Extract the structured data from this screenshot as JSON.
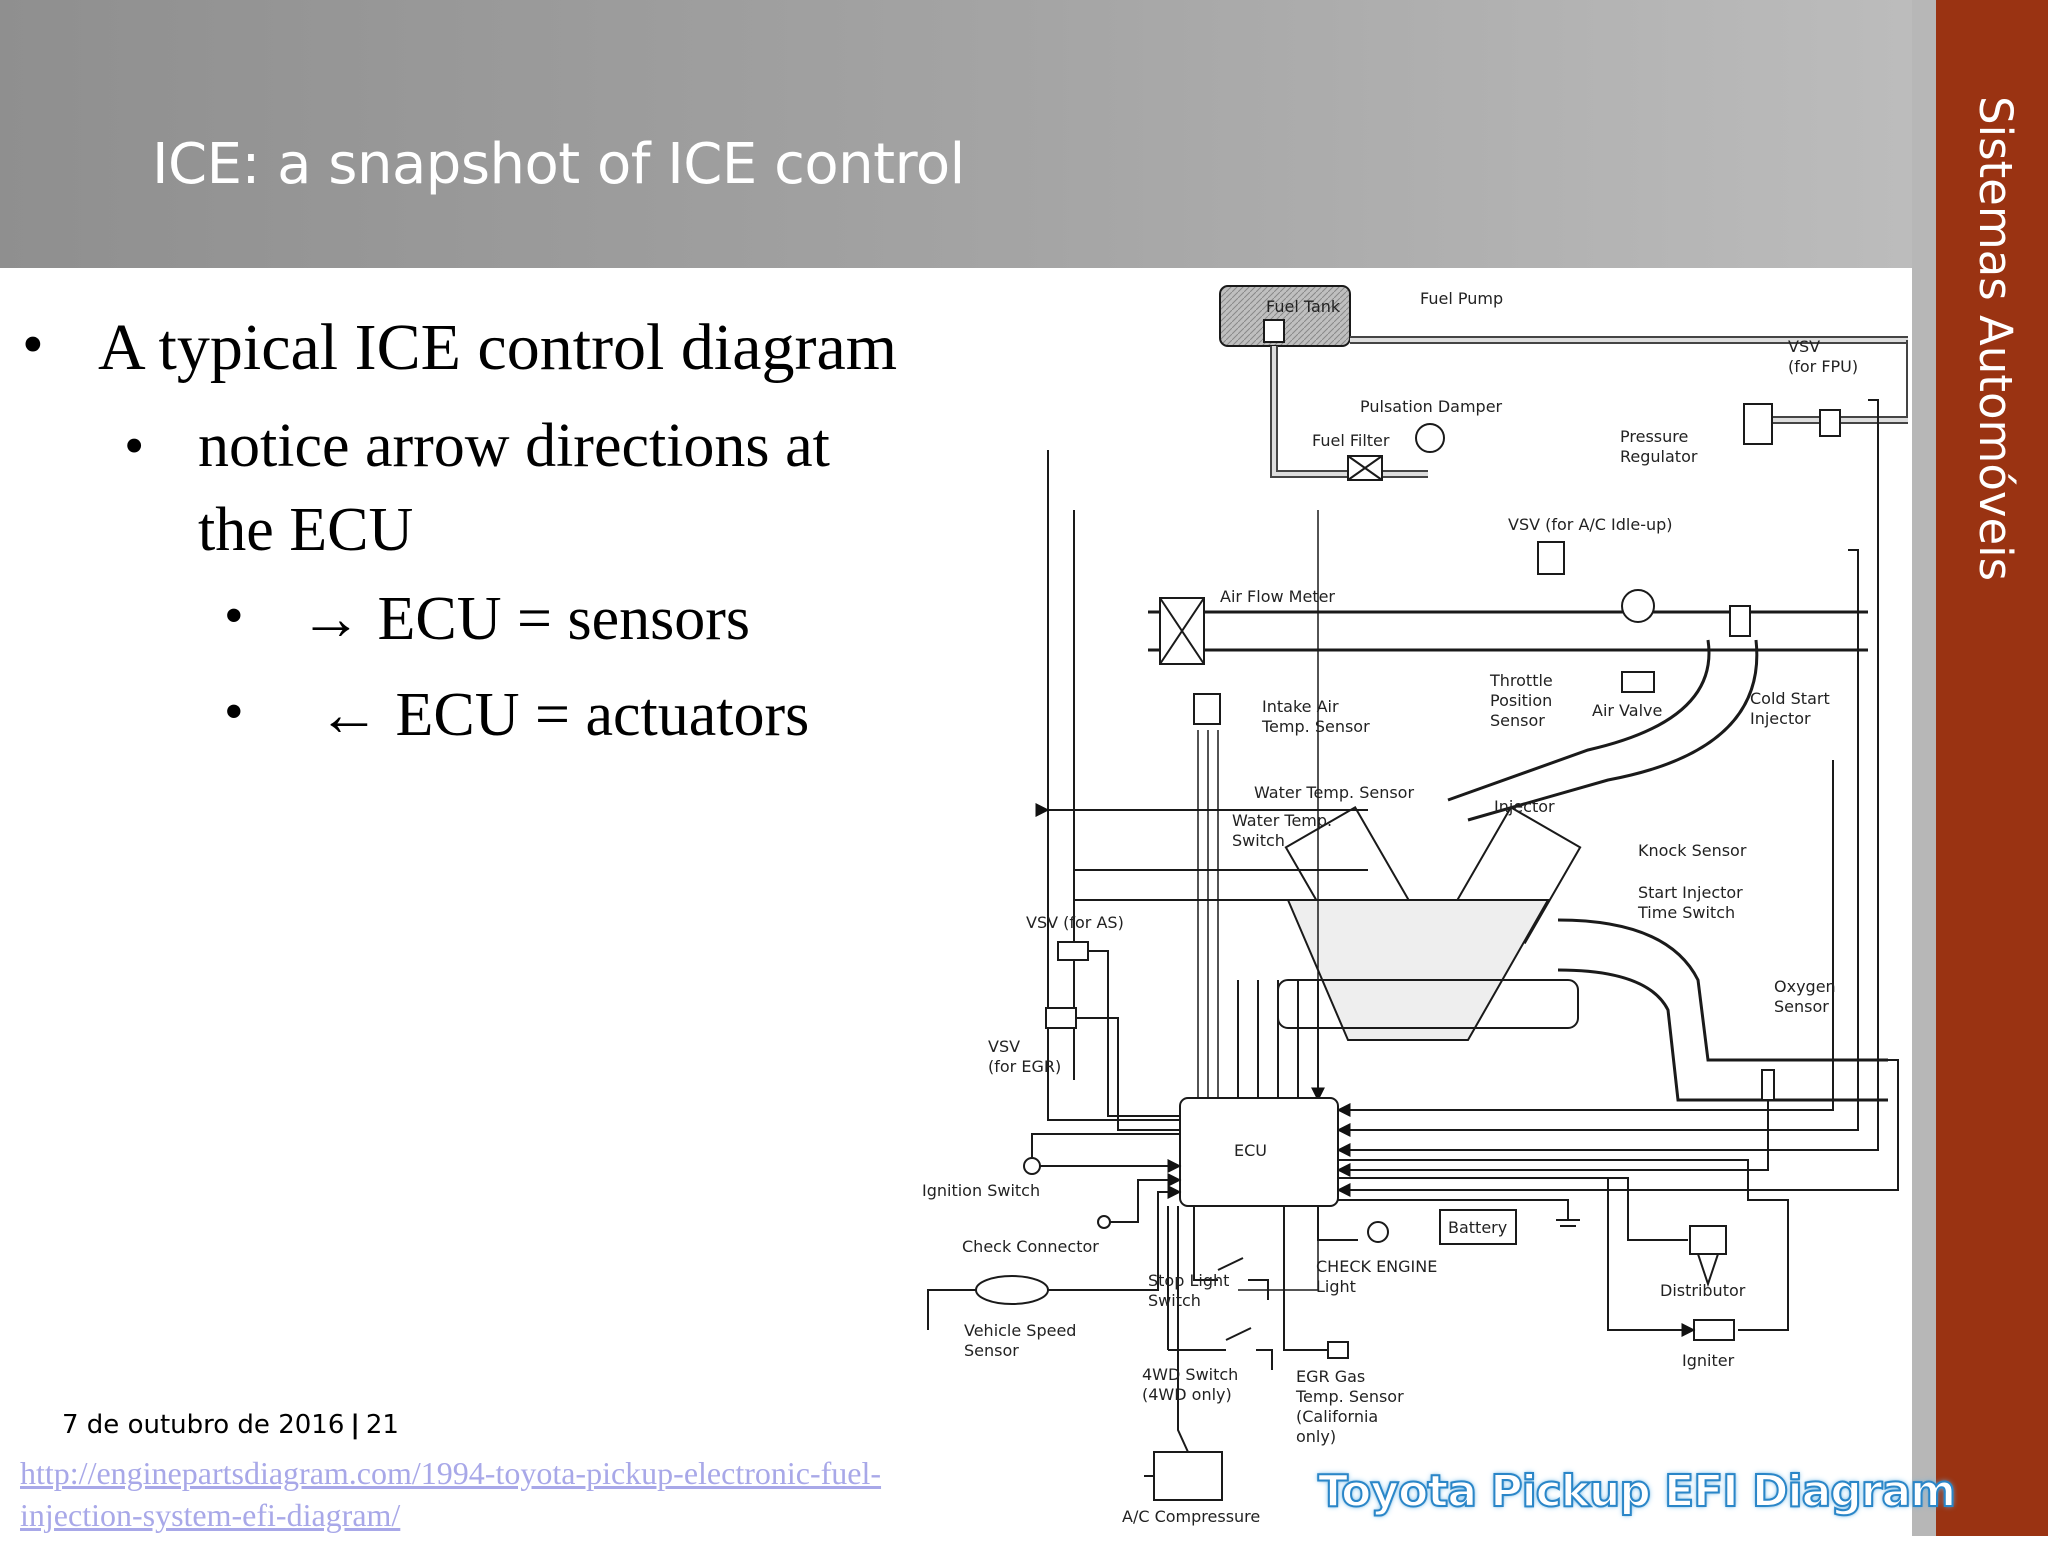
{
  "slide": {
    "title": "ICE: a snapshot of ICE control",
    "sidebar_title": "Sistemas Automóveis",
    "accent_color": "#9a3312",
    "header_color": "#9e9e9e"
  },
  "bullets": [
    {
      "level": 1,
      "text": "A typical ICE control diagram"
    },
    {
      "level": 2,
      "text": "notice arrow directions at the ECU"
    },
    {
      "level": 3,
      "text": "→ ECU = sensors"
    },
    {
      "level": 3,
      "text": "← ECU = actuators"
    }
  ],
  "footer": {
    "date": "7 de outubro de 2016",
    "page": "21",
    "source_url": "http://enginepartsdiagram.com/1994-toyota-pickup-electronic-fuel-injection-system-efi-diagram/"
  },
  "diagram": {
    "banner": "Toyota Pickup EFI Diagram",
    "labels": {
      "fuel_tank": "Fuel Tank",
      "fuel_pump": "Fuel Pump",
      "vsv_fpu_1": "VSV",
      "vsv_fpu_2": "(for FPU)",
      "pulsation_damper": "Pulsation Damper",
      "fuel_filter": "Fuel Filter",
      "pressure_regulator_1": "Pressure",
      "pressure_regulator_2": "Regulator",
      "vsv_ac": "VSV (for A/C Idle-up)",
      "air_flow_meter": "Air Flow Meter",
      "intake_air_1": "Intake Air",
      "intake_air_2": "Temp. Sensor",
      "throttle_1": "Throttle",
      "throttle_2": "Position",
      "throttle_3": "Sensor",
      "air_valve": "Air Valve",
      "cold_start_1": "Cold Start",
      "cold_start_2": "Injector",
      "water_temp_sensor": "Water Temp. Sensor",
      "injector": "Injector",
      "water_temp_switch_1": "Water Temp.",
      "water_temp_switch_2": "Switch",
      "knock_sensor": "Knock Sensor",
      "start_injector_1": "Start Injector",
      "start_injector_2": "Time Switch",
      "vsv_as": "VSV (for AS)",
      "oxygen_1": "Oxygen",
      "oxygen_2": "Sensor",
      "vsv_egr_1": "VSV",
      "vsv_egr_2": "(for EGR)",
      "ecu": "ECU",
      "ignition_switch": "Ignition Switch",
      "check_connector": "Check Connector",
      "battery": "Battery",
      "check_engine_1": "CHECK ENGINE",
      "check_engine_2": "Light",
      "stop_light_1": "Stop Light",
      "stop_light_2": "Switch",
      "distributor": "Distributor",
      "vehicle_speed_1": "Vehicle Speed",
      "vehicle_speed_2": "Sensor",
      "igniter": "Igniter",
      "switch_4wd_1": "4WD Switch",
      "switch_4wd_2": "(4WD only)",
      "egr_gas_1": "EGR Gas",
      "egr_gas_2": "Temp. Sensor",
      "egr_gas_3": "(California",
      "egr_gas_4": "only)",
      "ac_compressor": "A/C Compressure"
    }
  }
}
